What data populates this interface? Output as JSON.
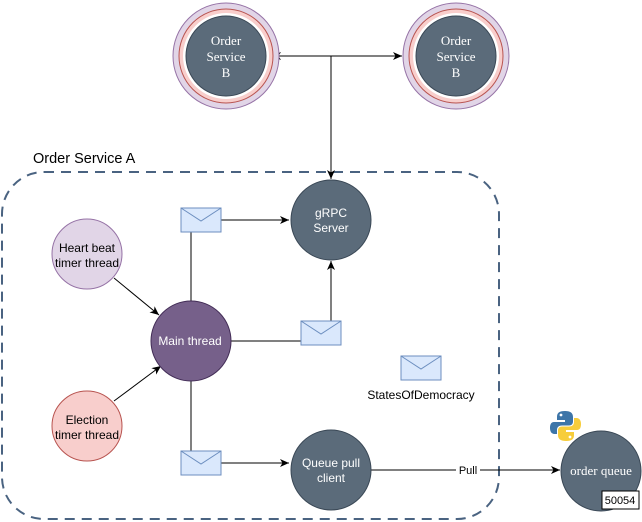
{
  "diagram": {
    "group_label": "Order Service A",
    "nodes": {
      "order_service_b_left": {
        "lines": [
          "Order",
          "Service",
          "B"
        ]
      },
      "order_service_b_right": {
        "lines": [
          "Order",
          "Service",
          "B"
        ]
      },
      "grpc_server": {
        "lines": [
          "gRPC",
          "Server"
        ]
      },
      "heartbeat_thread": {
        "lines": [
          "Heart beat",
          "timer thread"
        ]
      },
      "main_thread": {
        "lines": [
          "Main thread"
        ]
      },
      "election_thread": {
        "lines": [
          "Election",
          "timer thread"
        ]
      },
      "queue_pull_client": {
        "lines": [
          "Queue pull",
          "client"
        ]
      },
      "order_queue": {
        "label": "order queue",
        "port": "50054"
      }
    },
    "edge_labels": {
      "pull": "Pull"
    },
    "legend_label": "StatesOfDemocracy",
    "colors": {
      "dark_node": "#5b6b7a",
      "dark_node_stroke": "#3a4856",
      "main_thread": "#76608a",
      "heartbeat_fill": "#e1d5e7",
      "heartbeat_stroke": "#9673a6",
      "election_fill": "#f8cecc",
      "election_stroke": "#b85450",
      "envelope_fill": "#dae8fc",
      "envelope_stroke": "#6c8ebf",
      "group_stroke": "#4a6381",
      "ring_outer": "#e1d5e7",
      "ring_mid": "#f8cecc"
    }
  }
}
